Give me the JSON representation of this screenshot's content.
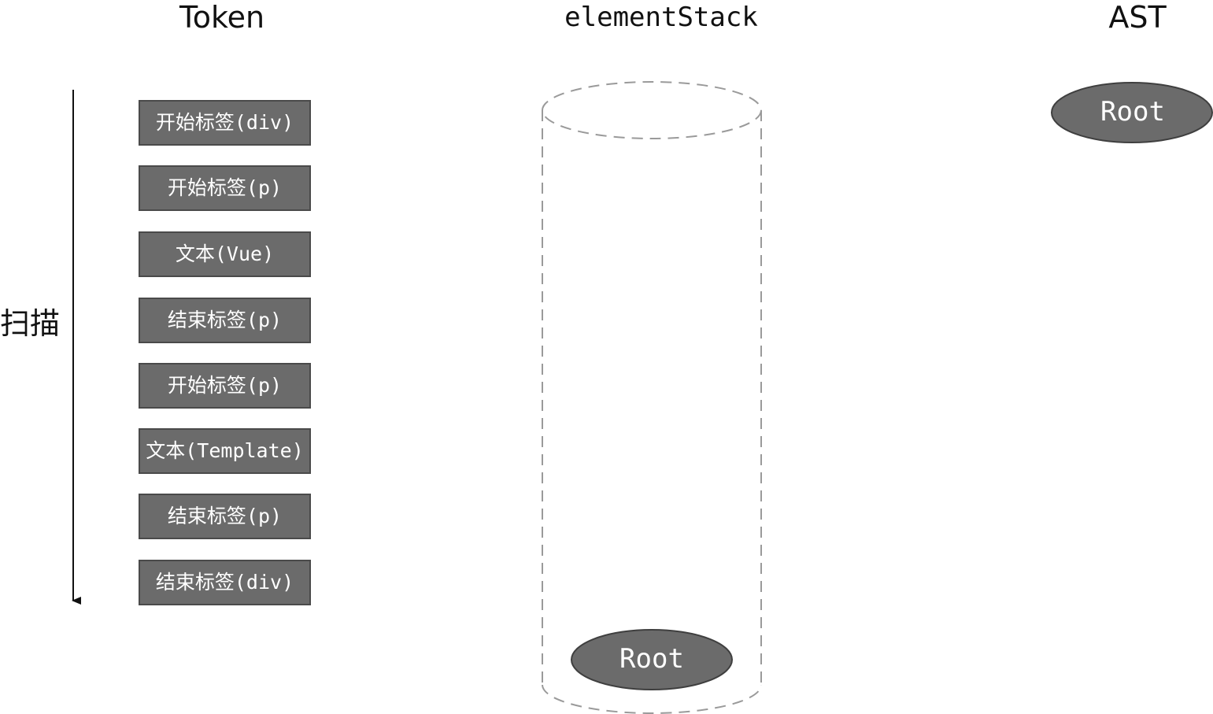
{
  "headings": {
    "token": "Token",
    "element_stack": "elementStack",
    "ast": "AST"
  },
  "scan_label": "扫描",
  "tokens": [
    "开始标签(div)",
    "开始标签(p)",
    "文本(Vue)",
    "结束标签(p)",
    "开始标签(p)",
    "文本(Template)",
    "结束标签(p)",
    "结束标签(div)"
  ],
  "element_stack": {
    "items": [
      "Root"
    ]
  },
  "ast": {
    "root": "Root"
  },
  "colors": {
    "token_fill": "#6b6b6b",
    "token_border": "#4a4a4a",
    "node_fill": "#6b6b6b",
    "node_border": "#3f3f3f",
    "dashed_stroke": "#9a9a9a",
    "arrow": "#111111"
  }
}
